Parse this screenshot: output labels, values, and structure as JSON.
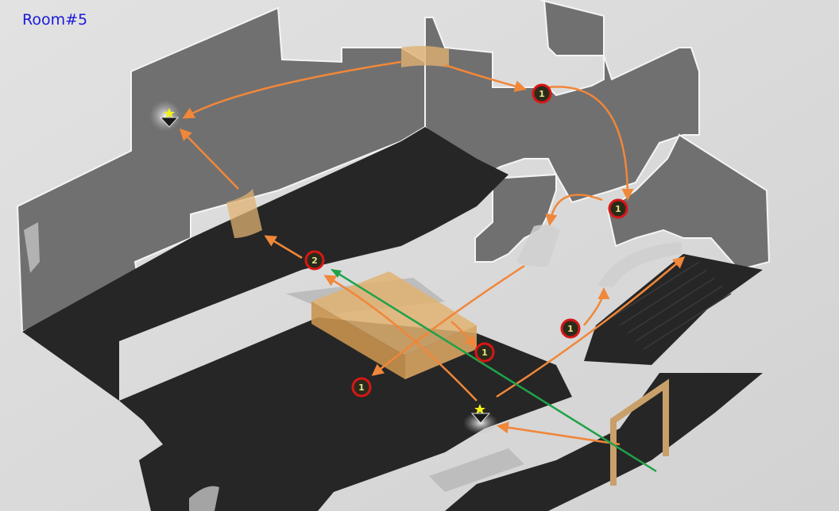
{
  "room_title": "Room#5",
  "colors": {
    "background": "#dcdcdc",
    "wall_gray": "#6f6f6f",
    "floor_black": "#262626",
    "path_orange": "#f0873a",
    "laser_green": "#1fa24a",
    "marker_red": "#d81616",
    "marker_fill": "#2b2b1a",
    "marker_text": "#e6e08a",
    "platform_tan": "#e0b272",
    "door_wood": "#c9a06a",
    "title_blue": "#1a1ad8"
  },
  "markers": [
    {
      "id": "m1",
      "label": "1"
    },
    {
      "id": "m2",
      "label": "1"
    },
    {
      "id": "m3",
      "label": "2"
    },
    {
      "id": "m4",
      "label": "1"
    },
    {
      "id": "m5",
      "label": "1"
    },
    {
      "id": "m6",
      "label": "1"
    }
  ],
  "icons": [
    "star-turret-icon",
    "portal-surface-icon",
    "cube-platform-icon",
    "doorway-icon"
  ]
}
